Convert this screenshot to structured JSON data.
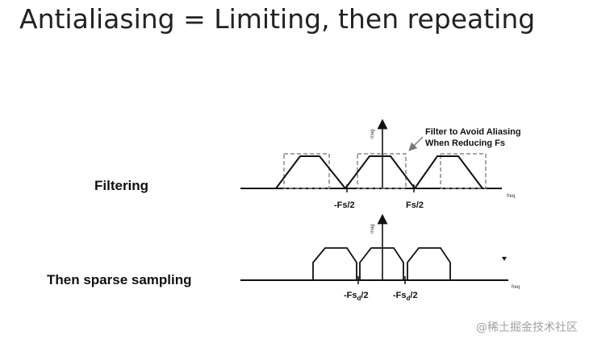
{
  "slide": {
    "title": "Antialiasing = Limiting, then repeating"
  },
  "rows": {
    "filtering_label": "Filtering",
    "sparse_label": "Then sparse sampling"
  },
  "diagram_top": {
    "y_axis_label": "mag",
    "x_axis_label": "freq",
    "tick_neg": "-Fs/2",
    "tick_pos": "Fs/2",
    "annotation_line1": "Filter to Avoid Aliasing",
    "annotation_line2": "When Reducing Fs"
  },
  "diagram_bottom": {
    "y_axis_label": "mag",
    "x_axis_label": "freq",
    "tick_neg_main": "-Fs",
    "tick_neg_sub": "d",
    "tick_neg_tail": "/2",
    "tick_pos_main": "-Fs",
    "tick_pos_sub": "d",
    "tick_pos_tail": "/2"
  },
  "watermark": "@稀土掘金技术社区"
}
